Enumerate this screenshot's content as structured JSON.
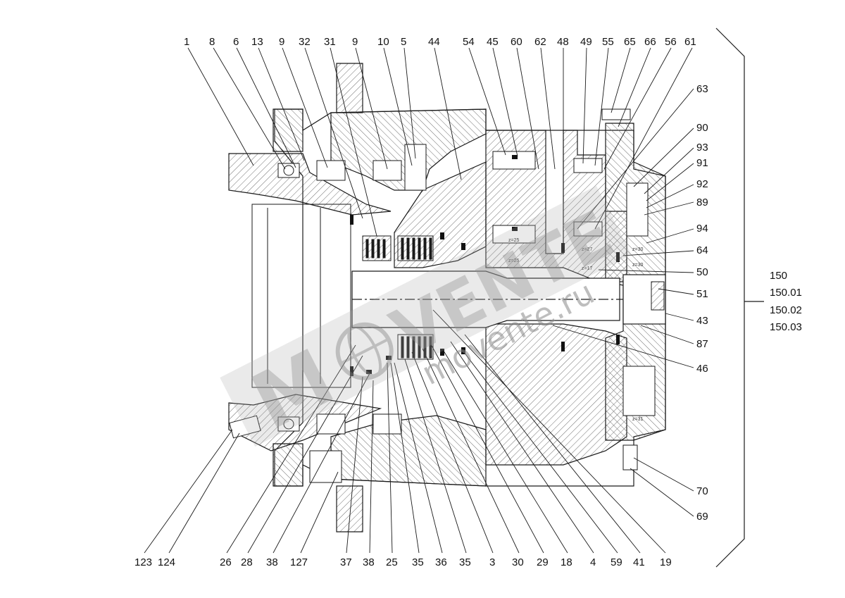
{
  "drawing": {
    "labels_top": [
      "1",
      "8",
      "6",
      "13",
      "9",
      "32",
      "31",
      "9",
      "10",
      "5",
      "44",
      "54",
      "45",
      "60",
      "62",
      "48",
      "49",
      "55",
      "65",
      "66",
      "56",
      "61"
    ],
    "labels_right": [
      "63",
      "90",
      "93",
      "91",
      "92",
      "89",
      "94",
      "64",
      "50",
      "51",
      "43",
      "87",
      "46",
      "70",
      "69"
    ],
    "labels_bottom": [
      "123",
      "124",
      "26",
      "28",
      "38",
      "127",
      "37",
      "38",
      "25",
      "35",
      "36",
      "35",
      "3",
      "30",
      "29",
      "18",
      "4",
      "59",
      "41",
      "19"
    ],
    "assembly_numbers": [
      "150",
      "150.01",
      "150.02",
      "150.03"
    ],
    "gear_marks": [
      "z=25",
      "z=25",
      "z=27",
      "z=30",
      "z=17",
      "z=30",
      "z=31"
    ]
  },
  "watermark": {
    "brand": "VENTE",
    "logo": "M",
    "site": "movente.ru",
    "icon": "globe-icon"
  },
  "colors": {
    "line": "#1a1a1a",
    "hatch": "#6a6a6a",
    "watermark": "#9a9a9a",
    "background": "#ffffff"
  }
}
